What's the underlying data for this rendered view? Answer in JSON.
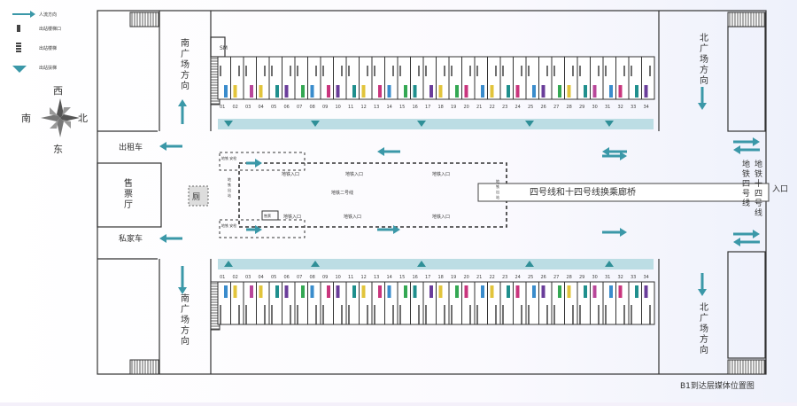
{
  "legend": {
    "items": [
      {
        "label": "人流方向",
        "icon": "arrow-right-icon"
      },
      {
        "label": "出站楼梯口",
        "icon": "stairs-icon"
      },
      {
        "label": "出站楼梯",
        "icon": "escalator-icon"
      },
      {
        "label": "出站扶梯",
        "icon": "arrow-down-left-icon"
      }
    ],
    "compass": {
      "west": "西",
      "south": "南",
      "north": "北",
      "east": "东"
    }
  },
  "labels": {
    "south_plaza": "南广场方向",
    "north_plaza": "北广场方向",
    "taxi": "出租车",
    "private_car": "私家车",
    "ticket_hall": "售票厅",
    "restroom": "厕",
    "sm": "SM",
    "metro_two": "地铁二号线",
    "metro_in": "地铁入口",
    "corridor": "四号线和十四号线换乘廊桥",
    "metro_lines": "地铁十四号线",
    "metro_line4": "地铁四号线",
    "entrance": "入口",
    "caption": "B1到达层媒体位置图",
    "small_left_top": "地铁\n安检",
    "small_left_mid": "地铁出站",
    "small_right_mid": "地铁出站",
    "small_bottom_box": "售票",
    "small_left_bottom": "地铁\n安检"
  },
  "slots": [
    "01",
    "02",
    "03",
    "04",
    "05",
    "06",
    "07",
    "08",
    "09",
    "10",
    "11",
    "12",
    "13",
    "14",
    "15",
    "16",
    "17",
    "18",
    "19",
    "20",
    "21",
    "22",
    "23",
    "24",
    "25",
    "26",
    "27",
    "28",
    "29",
    "30",
    "31",
    "32",
    "33",
    "34"
  ],
  "slot_colors": [
    "#3a8ccc",
    "#e2c43b",
    "#b9479a",
    "#e2c43b",
    "#1f8f8d",
    "#6a3d9a",
    "#34a853",
    "#3a8ccc",
    "#c9357d",
    "#6a3d9a",
    "#1f8f8d",
    "#e2c43b",
    "#c9357d",
    "#3a8ccc",
    "#34a853",
    "#1f8f8d",
    "#6a3d9a",
    "#e2c43b",
    "#34a853",
    "#c9357d",
    "#3a8ccc",
    "#e2c43b",
    "#1f8f8d",
    "#c9357d",
    "#3a8ccc",
    "#6a3d9a",
    "#34a853",
    "#e2c43b",
    "#1f8f8d",
    "#b9479a",
    "#3a8ccc",
    "#c9357d",
    "#1f8f8d",
    "#6a3d9a"
  ],
  "colors": {
    "teal": "#2f8f97",
    "band": "#bcdde4",
    "line": "#333333",
    "arrow": "#3b98a8"
  }
}
